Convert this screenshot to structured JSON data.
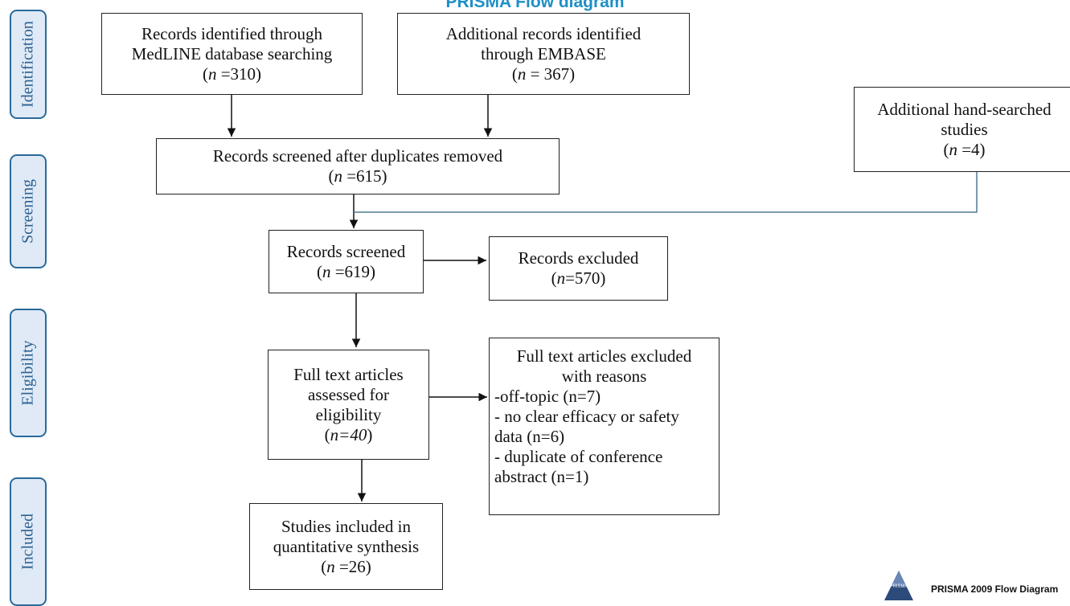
{
  "title": "PRISMA Flow diagram",
  "stages": [
    "Identification",
    "Screening",
    "Eligibility",
    "Included"
  ],
  "boxes": {
    "medline": {
      "l1": "Records identified through",
      "l2": "MedLINE database searching",
      "n_pre": "(",
      "n_italic": "n",
      "n_post": " =310)"
    },
    "embase": {
      "l1": "Additional records identified",
      "l2": "through EMBASE",
      "n_pre": "(",
      "n_italic": "n",
      "n_post": " = 367)"
    },
    "hand": {
      "l1": "Additional  hand-searched",
      "l2": "studies",
      "n_pre": "(",
      "n_italic": "n",
      "n_post": " =4)"
    },
    "dedup": {
      "l1": "Records screened after duplicates removed",
      "n_pre": "(",
      "n_italic": "n",
      "n_post": " =615)"
    },
    "screened": {
      "l1": "Records screened",
      "n_pre": "(",
      "n_italic": "n",
      "n_post": " =619)"
    },
    "excluded": {
      "l1": "Records excluded",
      "n_pre": "(",
      "n_italic": "n",
      "n_post": "=570)"
    },
    "fulltext": {
      "l1": "Full text articles",
      "l2": "assessed for",
      "l3": "eligibility",
      "n_pre": "(",
      "n_italic": "n=40",
      "n_post": ")"
    },
    "ft_excluded": {
      "l1": "Full text articles excluded",
      "l2": "with reasons",
      "lines": [
        "-off-topic (n=7)",
        "- no clear efficacy or safety",
        "data (n=6)",
        "- duplicate of conference",
        "abstract (n=1)"
      ]
    },
    "included": {
      "l1": "Studies included in",
      "l2": "quantitative synthesis",
      "n_pre": "(",
      "n_italic": "n",
      "n_post": " =26)"
    }
  },
  "footer": "PRISMA 2009 Flow Diagram",
  "logo_text": "PRISMA",
  "colors": {
    "title": "#1e8fc6",
    "stage_border": "#2b6a9a",
    "stage_fill": "#dfeaf6",
    "connector": "#4f7a92"
  }
}
